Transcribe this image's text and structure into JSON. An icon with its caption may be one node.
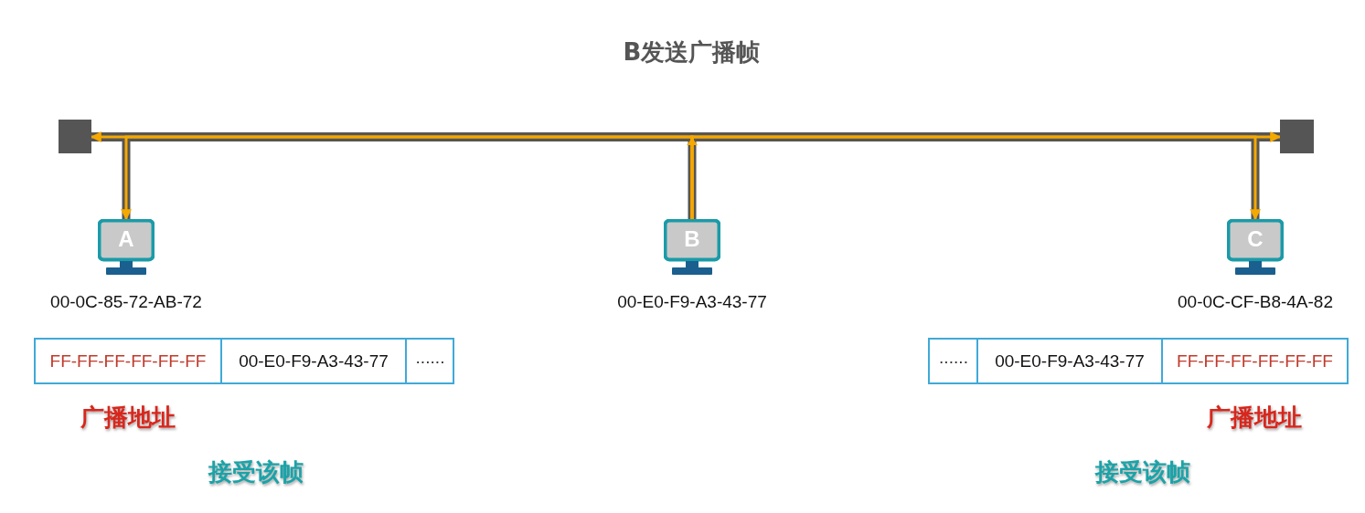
{
  "diagram": {
    "title": "B发送广播帧",
    "nodes": [
      {
        "text": [],
        "shape": "box"
      },
      {
        "text": [],
        "shape": "box"
      },
      {
        "text": [
          "A"
        ],
        "beside": [
          "00-0C-85-72-AB-72"
        ]
      },
      {
        "text": [
          "B"
        ],
        "beside": [
          "00-E0-F9-A3-43-77"
        ]
      },
      {
        "text": [
          "C"
        ],
        "beside": [
          "00-0C-CF-B8-4A-82"
        ]
      }
    ],
    "edges": [
      {
        "from": 0,
        "to": 1,
        "arrow": "none",
        "style": "thick",
        "color": "#555555"
      },
      {
        "from": 3,
        "to": 0,
        "arrow": "to"
      },
      {
        "from": 3,
        "to": 2,
        "arrow": "to"
      },
      {
        "from": 3,
        "to": 4,
        "arrow": "to"
      },
      {
        "from": 3,
        "to": 1,
        "arrow": "to"
      }
    ],
    "labels": [
      "FF-FF-FF-FF-FF-FF",
      "00-E0-F9-A3-43-77",
      "······",
      "······",
      "00-E0-F9-A3-43-77",
      "FF-FF-FF-FF-FF-FF",
      "广播地址",
      "广播地址",
      "接受该帧",
      "接受该帧"
    ]
  }
}
